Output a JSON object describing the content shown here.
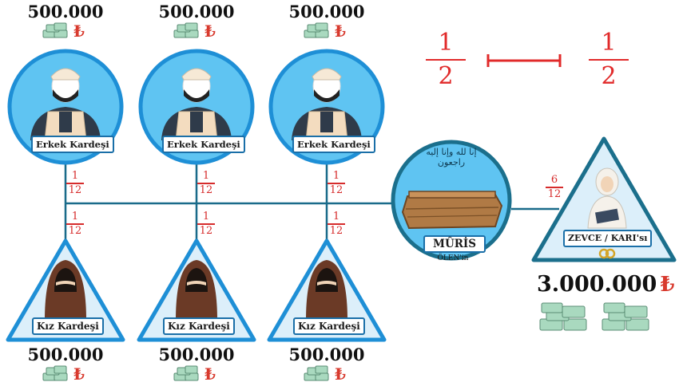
{
  "brothers": [
    {
      "amount": "500.000",
      "label": "Erkek Kardeşi",
      "share_num": "1",
      "share_den": "12"
    },
    {
      "amount": "500.000",
      "label": "Erkek Kardeşi",
      "share_num": "1",
      "share_den": "12"
    },
    {
      "amount": "500.000",
      "label": "Erkek Kardeşi",
      "share_num": "1",
      "share_den": "12"
    }
  ],
  "sisters": [
    {
      "amount": "500.000",
      "label": "Kız Kardeşi",
      "share_num": "1",
      "share_den": "12"
    },
    {
      "amount": "500.000",
      "label": "Kız Kardeşi",
      "share_num": "1",
      "share_den": "12"
    },
    {
      "amount": "500.000",
      "label": "Kız Kardeşi",
      "share_num": "1",
      "share_den": "12"
    }
  ],
  "deceased": {
    "label": "MÛRİS",
    "sub": "ÖLEN'in",
    "calligraphy": "إنا لله وإنا إليه راجعون"
  },
  "spouse": {
    "label": "ZEVCE / KARI'sı",
    "share_num": "6",
    "share_den": "12",
    "amount": "3.000.000"
  },
  "ratio": {
    "left_num": "1",
    "left_den": "2",
    "right_num": "1",
    "right_den": "2"
  },
  "currency_symbol": "₺",
  "colors": {
    "ring": "#1e8fd6",
    "line": "#1a6b8a",
    "fraction": "#d62b2b",
    "circle_fill": "#5fc4f2",
    "triangle_fill": "#dceffa"
  }
}
